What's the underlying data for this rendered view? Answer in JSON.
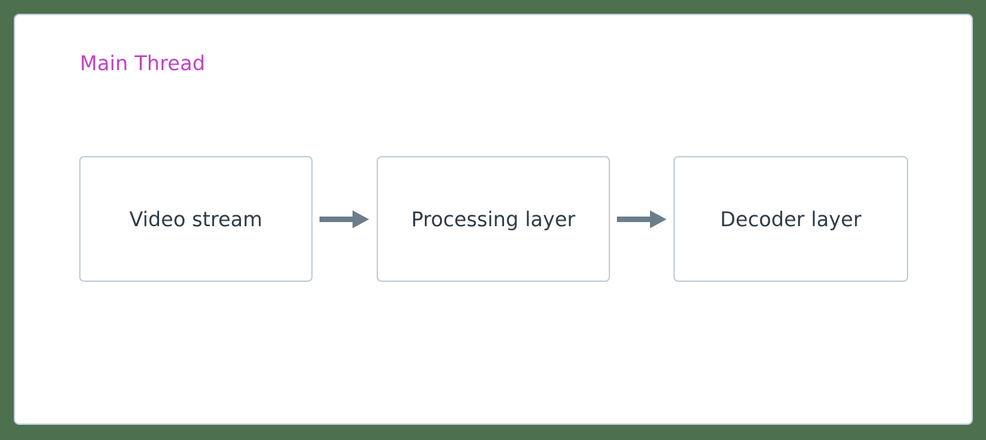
{
  "page": {
    "background_color": "#4d704f",
    "panel_background": "#ffffff",
    "panel_border_color": "#c3cfd9"
  },
  "diagram": {
    "title": "Main Thread",
    "title_color": "#c23fc8",
    "node_border_color": "#c3cfd9",
    "node_text_color": "#2d3c47",
    "arrow_color": "#6b7d8a",
    "nodes": [
      {
        "id": "video-stream",
        "label": "Video stream"
      },
      {
        "id": "processing-layer",
        "label": "Processing layer"
      },
      {
        "id": "decoder-layer",
        "label": "Decoder layer"
      }
    ],
    "edges": [
      {
        "id": "edge-video-to-processing",
        "from": "video-stream",
        "to": "processing-layer",
        "kind": "arrow-right-icon"
      },
      {
        "id": "edge-processing-to-decoder",
        "from": "processing-layer",
        "to": "decoder-layer",
        "kind": "arrow-right-icon"
      }
    ]
  }
}
